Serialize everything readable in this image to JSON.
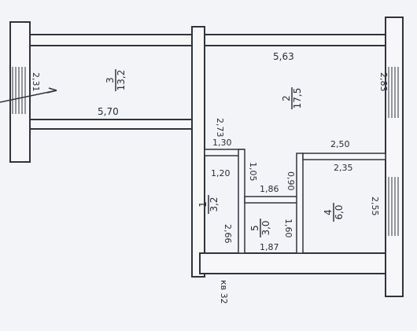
{
  "rooms": {
    "room3": {
      "number": "3",
      "area": "13,2"
    },
    "room2": {
      "number": "2",
      "area": "17,5"
    },
    "room1": {
      "number": "1",
      "area": "3,2"
    },
    "room5": {
      "number": "5",
      "area": "3,0"
    },
    "room4": {
      "number": "4",
      "area": "6,0"
    }
  },
  "dims": {
    "d563": "5,63",
    "d570": "5,70",
    "d273": "2,73",
    "d283": "2,83",
    "d231": "2,31",
    "d130": "1,30",
    "d120": "1,20",
    "d105": "1,05",
    "d090": "0,90",
    "d186": "1,86",
    "d250": "2,50",
    "d235": "2,35",
    "d255": "2,55",
    "d266": "2,66",
    "d160": "1,60",
    "d187": "1,87"
  },
  "apartment_label": "кв 32",
  "colors": {
    "wall": "#30343c",
    "paper": "#f3f4f8",
    "ink": "#2a2d36"
  }
}
